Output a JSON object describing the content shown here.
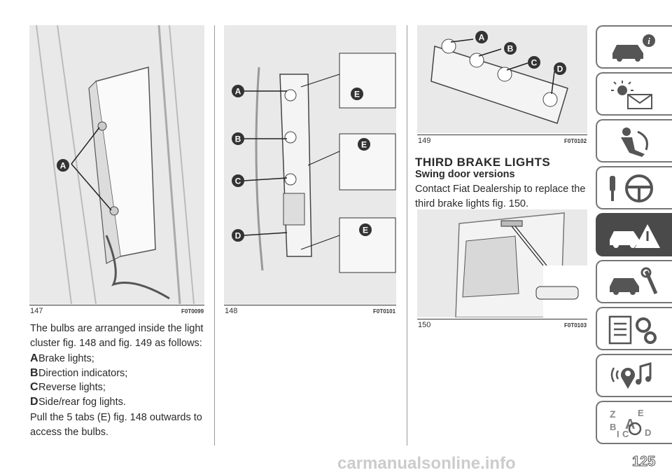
{
  "figures": [
    {
      "number": "147",
      "code": "F0T0099",
      "callouts": [
        "A"
      ]
    },
    {
      "number": "148",
      "code": "F0T0101",
      "callouts": [
        "A",
        "B",
        "C",
        "D",
        "E",
        "E",
        "E"
      ]
    },
    {
      "number": "149",
      "code": "F0T0102",
      "callouts": [
        "A",
        "B",
        "C",
        "D"
      ]
    },
    {
      "number": "150",
      "code": "F0T0103",
      "callouts": []
    }
  ],
  "column1": {
    "intro": "The bulbs are arranged inside the light cluster fig. 148 and fig. 149 as follows:",
    "items": [
      {
        "letter": "A",
        "text": "Brake lights;"
      },
      {
        "letter": "B",
        "text": "Direction indicators;"
      },
      {
        "letter": "C",
        "text": "Reverse lights;"
      },
      {
        "letter": "D",
        "text": "Side/rear fog lights."
      }
    ],
    "instruction": "Pull the 5 tabs (E) fig. 148 outwards to access the bulbs."
  },
  "column3": {
    "heading": "THIRD BRAKE LIGHTS",
    "subheading": "Swing door versions",
    "text": "Contact Fiat Dealership to replace the third brake lights fig. 150."
  },
  "sidebar_tabs": [
    {
      "icon": "car-info-icon",
      "active": false
    },
    {
      "icon": "warning-lights-icon",
      "active": false
    },
    {
      "icon": "seat-airbag-icon",
      "active": false
    },
    {
      "icon": "key-steering-wheel-icon",
      "active": false
    },
    {
      "icon": "car-emergency-icon",
      "active": true
    },
    {
      "icon": "car-wrench-icon",
      "active": false
    },
    {
      "icon": "specs-gears-icon",
      "active": false
    },
    {
      "icon": "multimedia-icon",
      "active": false
    },
    {
      "icon": "index-az-icon",
      "active": false
    }
  ],
  "page_number": "125",
  "watermark": "carmanualsonline.info"
}
